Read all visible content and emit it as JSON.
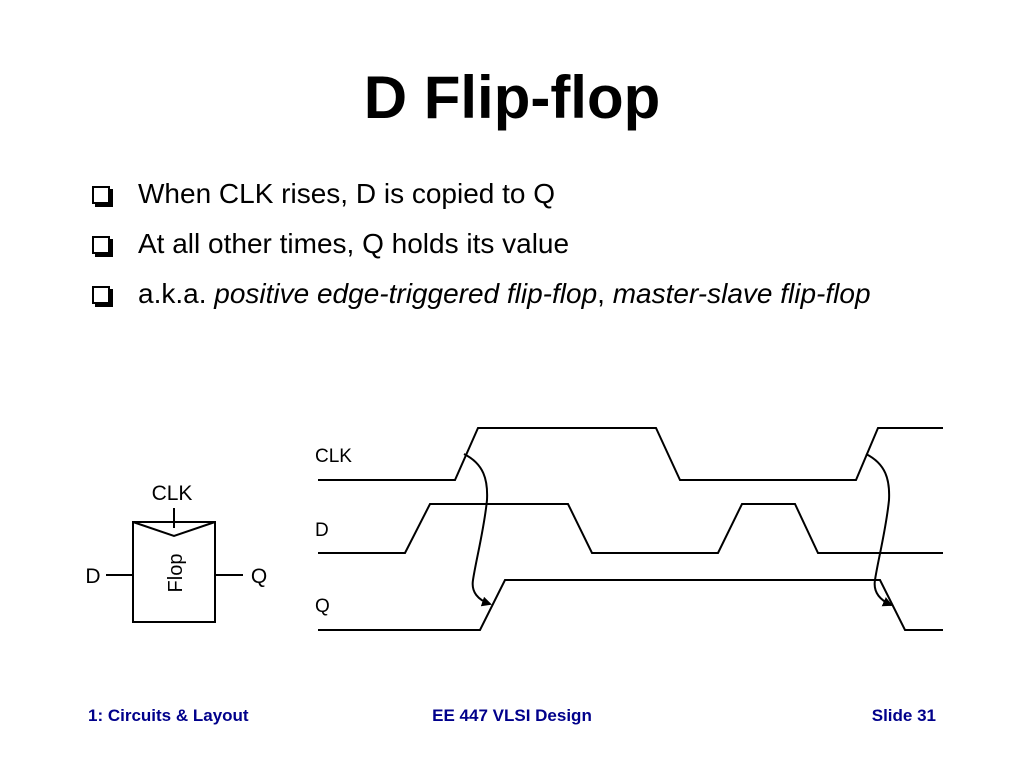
{
  "slide": {
    "title": "D Flip-flop",
    "bullets": [
      {
        "parts": [
          {
            "text": "When CLK rises, D is copied to Q",
            "italic": false
          }
        ]
      },
      {
        "parts": [
          {
            "text": "At all other times, Q holds its value",
            "italic": false
          }
        ]
      },
      {
        "parts": [
          {
            "text": "a.k.a. ",
            "italic": false
          },
          {
            "text": "positive edge-triggered flip-flop",
            "italic": true
          },
          {
            "text": ", ",
            "italic": false
          },
          {
            "text": "master-slave flip-flop",
            "italic": true
          }
        ]
      }
    ],
    "bullet_icon": "hollow-square-bullet-icon"
  },
  "flop_symbol": {
    "clk_label": "CLK",
    "d_label": "D",
    "q_label": "Q",
    "box_label": "Flop"
  },
  "timing": {
    "clk_label": "CLK",
    "d_label": "D",
    "q_label": "Q"
  },
  "footer": {
    "left": "1: Circuits & Layout",
    "center": "EE 447 VLSI Design",
    "right": "Slide 31"
  },
  "colors": {
    "footer_text": "#00008b",
    "text": "#000000",
    "background": "#ffffff"
  }
}
